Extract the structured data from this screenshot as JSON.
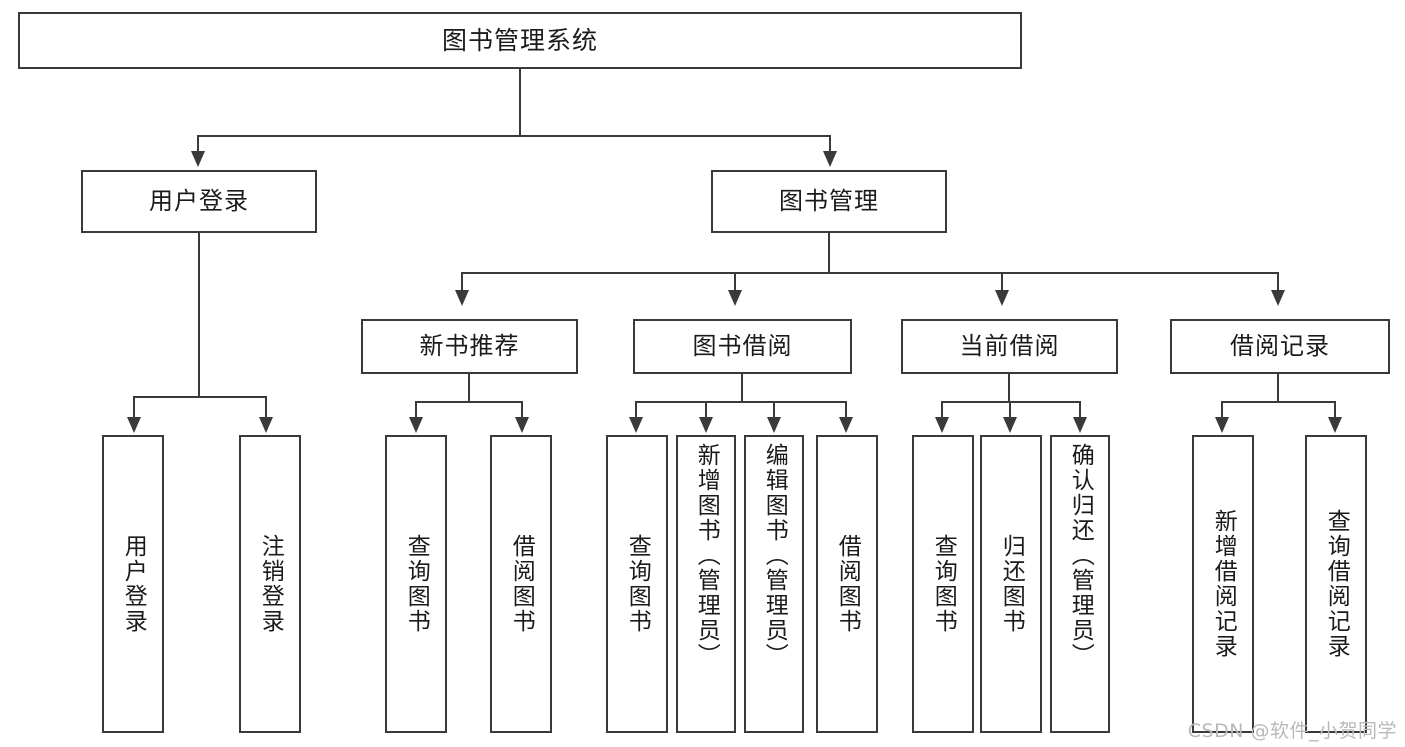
{
  "diagram": {
    "title": "图书管理系统",
    "type": "tree",
    "root": {
      "label": "图书管理系统"
    },
    "level2": [
      {
        "id": "user-login",
        "label": "用户登录"
      },
      {
        "id": "book-management",
        "label": "图书管理"
      }
    ],
    "level3": [
      {
        "id": "new-book-recommend",
        "label": "新书推荐",
        "parent": "book-management"
      },
      {
        "id": "book-borrow",
        "label": "图书借阅",
        "parent": "book-management"
      },
      {
        "id": "current-borrow",
        "label": "当前借阅",
        "parent": "book-management"
      },
      {
        "id": "borrow-record",
        "label": "借阅记录",
        "parent": "book-management"
      }
    ],
    "leaves": [
      {
        "id": "leaf-user-login",
        "label": "用户登录",
        "parent": "user-login"
      },
      {
        "id": "leaf-logout-login",
        "label": "注销登录",
        "parent": "user-login"
      },
      {
        "id": "leaf-query-book-1",
        "label": "查询图书",
        "parent": "new-book-recommend"
      },
      {
        "id": "leaf-borrow-book-1",
        "label": "借阅图书",
        "parent": "new-book-recommend"
      },
      {
        "id": "leaf-query-book-2",
        "label": "查询图书",
        "parent": "book-borrow"
      },
      {
        "id": "leaf-add-book",
        "label": "新增图书（管理员）",
        "parent": "book-borrow"
      },
      {
        "id": "leaf-edit-book",
        "label": "编辑图书（管理员）",
        "parent": "book-borrow"
      },
      {
        "id": "leaf-borrow-book-2",
        "label": "借阅图书",
        "parent": "book-borrow"
      },
      {
        "id": "leaf-query-book-3",
        "label": "查询图书",
        "parent": "current-borrow"
      },
      {
        "id": "leaf-return-book",
        "label": "归还图书",
        "parent": "current-borrow"
      },
      {
        "id": "leaf-confirm-return",
        "label": "确认归还（管理员）",
        "parent": "current-borrow"
      },
      {
        "id": "leaf-add-record",
        "label": "新增借阅记录",
        "parent": "borrow-record"
      },
      {
        "id": "leaf-query-record",
        "label": "查询借阅记录",
        "parent": "borrow-record"
      }
    ],
    "colors": {
      "stroke": "#3a3a3a",
      "fill": "#ffffff",
      "text": "#1b1b1b",
      "watermark": "#b9b9b9"
    }
  },
  "watermark": {
    "text": "CSDN @软件_小贺同学"
  }
}
